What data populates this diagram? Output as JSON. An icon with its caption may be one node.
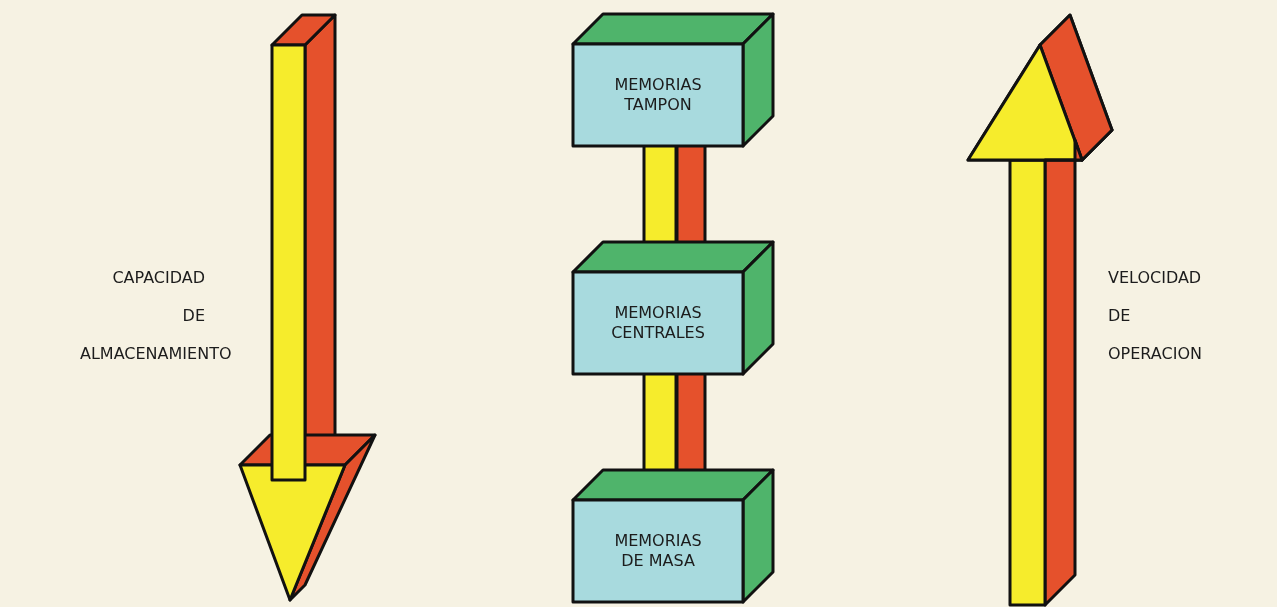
{
  "diagram": {
    "nodes": [
      {
        "text": [
          "MEMORIAS TAMPON"
        ]
      },
      {
        "text": [
          "MEMORIAS CENTRALES"
        ]
      },
      {
        "text": [
          "MEMORIAS DE MASA"
        ]
      }
    ],
    "edges": [
      {
        "from": 0,
        "to": 1,
        "arrow": "none"
      },
      {
        "from": 1,
        "to": 2,
        "arrow": "none"
      }
    ],
    "labels": [
      "CAPACIDAD DE ALMACENAMIENTO",
      "VELOCIDAD DE OPERACION"
    ]
  }
}
